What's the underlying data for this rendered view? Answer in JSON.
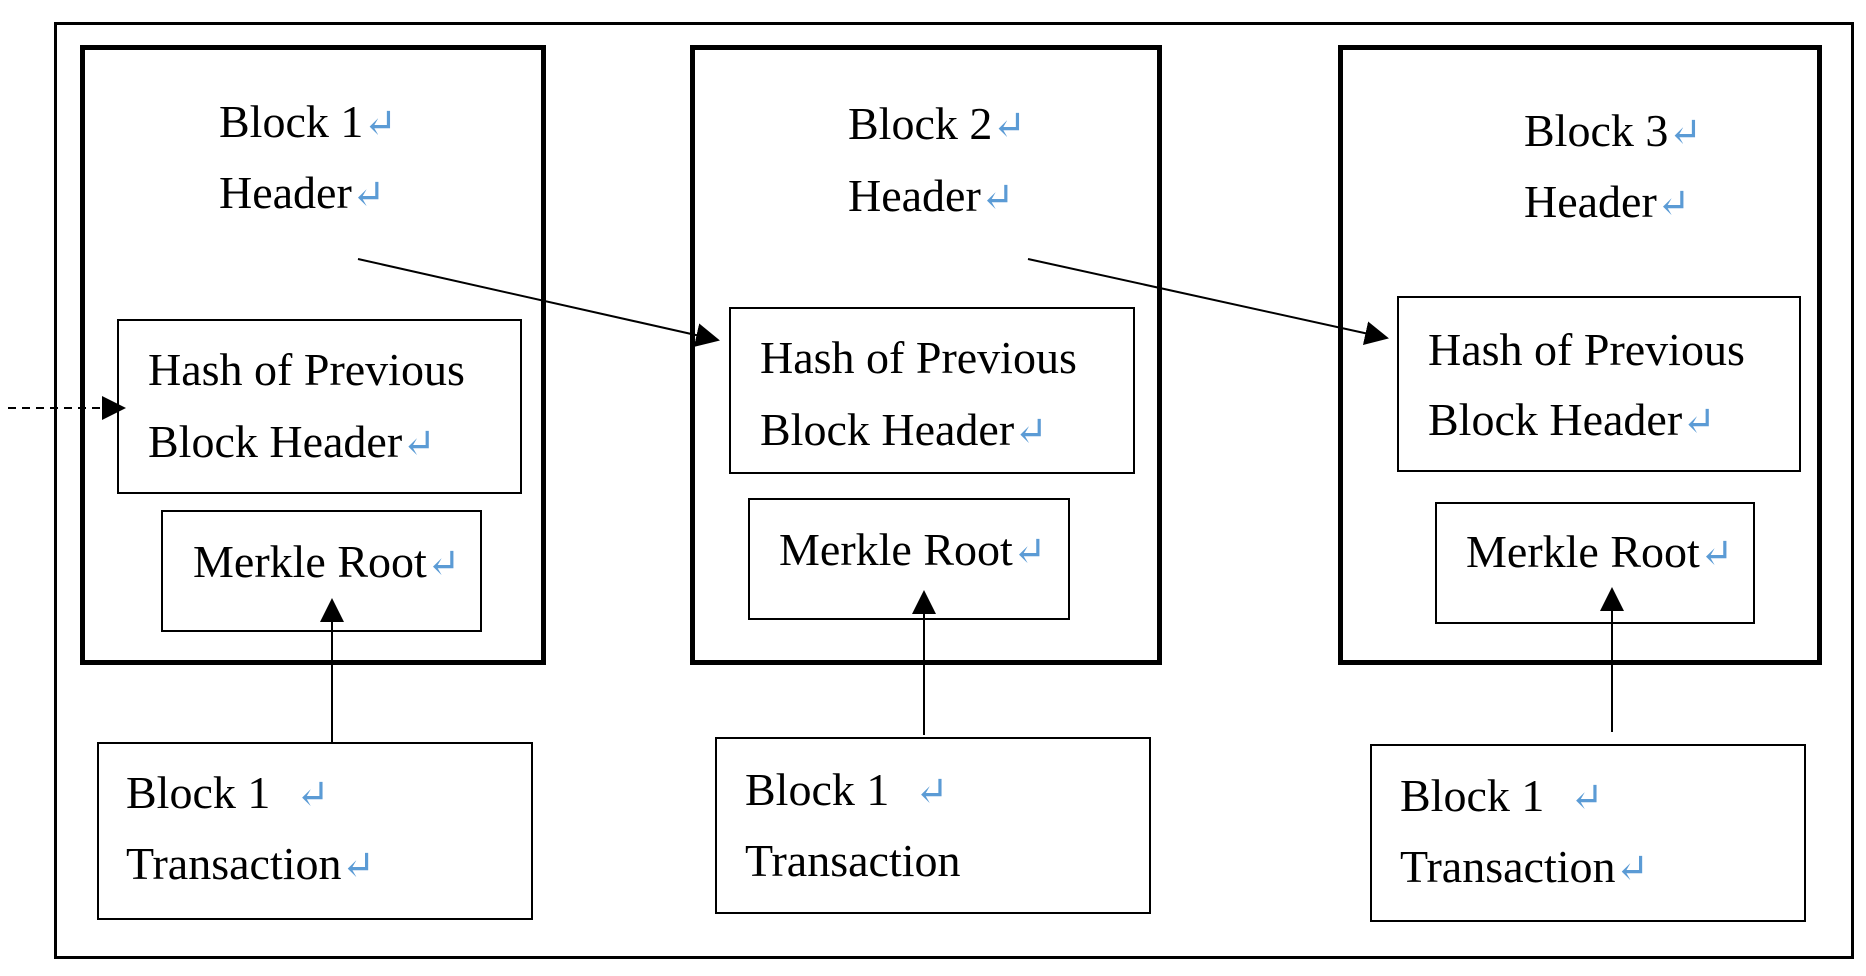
{
  "diagram": {
    "blocks": [
      {
        "title": "Block 1",
        "title_mark": "↵",
        "header": "Header",
        "header_mark": "↵",
        "hash_line1": "Hash of Previous",
        "hash_line2": "Block Header",
        "hash_mark": "↵",
        "merkle": "Merkle Root",
        "merkle_mark": "↵",
        "tx_line1": "Block 1 ",
        "tx_line1_mark": "↵",
        "tx_line2": "Transaction",
        "tx_line2_mark": "↵"
      },
      {
        "title": "Block 2",
        "title_mark": "↵",
        "header": "Header",
        "header_mark": "↵",
        "hash_line1": "Hash of Previous",
        "hash_line2": "Block Header",
        "hash_mark": "↵",
        "merkle": "Merkle Root",
        "merkle_mark": "↵",
        "tx_line1": "Block 1 ",
        "tx_line1_mark": "↵",
        "tx_line2": "Transaction",
        "tx_line2_mark": ""
      },
      {
        "title": "Block 3",
        "title_mark": "↵",
        "header": "Header",
        "header_mark": "↵",
        "hash_line1": "Hash of Previous",
        "hash_line2": "Block Header",
        "hash_mark": "↵",
        "merkle": "Merkle Root",
        "merkle_mark": "↵",
        "tx_line1": "Block 1 ",
        "tx_line1_mark": "↵",
        "tx_line2": "Transaction",
        "tx_line2_mark": "↵"
      }
    ],
    "colors": {
      "line": "#000000",
      "paragraph_mark": "#5b9bd5"
    }
  }
}
